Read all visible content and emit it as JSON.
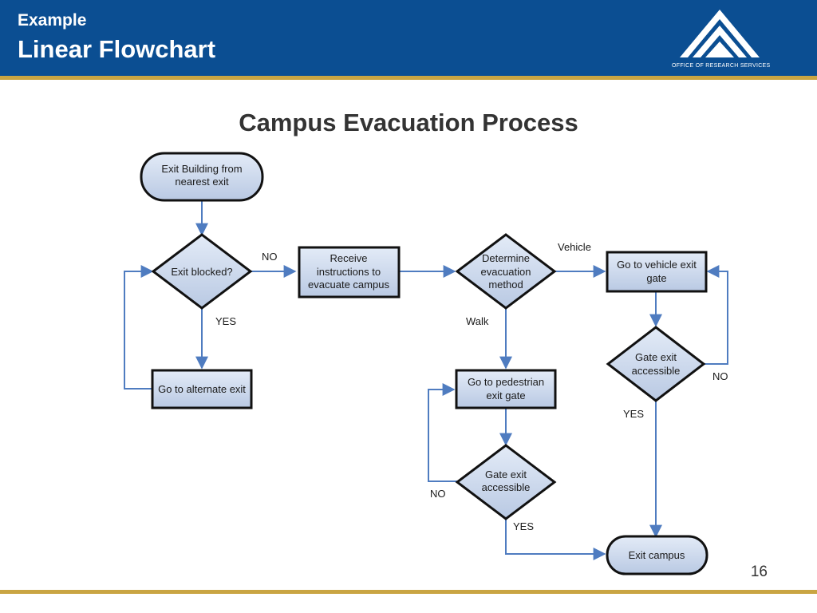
{
  "header": {
    "kicker": "Example",
    "title": "Linear Flowchart",
    "logo_text": "OFFICE OF RESEARCH SERVICES"
  },
  "diagram": {
    "title": "Campus Evacuation Process",
    "nodes": {
      "exit_building": {
        "lines": [
          "Exit Building from",
          "nearest exit"
        ]
      },
      "exit_blocked": {
        "lines": [
          "Exit blocked?"
        ]
      },
      "receive_instructions": {
        "lines": [
          "Receive",
          "instructions to",
          "evacuate campus"
        ]
      },
      "determine_method": {
        "lines": [
          "Determine",
          "evacuation",
          "method"
        ]
      },
      "vehicle_gate": {
        "lines": [
          "Go to vehicle exit",
          "gate"
        ]
      },
      "alternate_exit": {
        "lines": [
          "Go to alternate exit"
        ]
      },
      "pedestrian_gate": {
        "lines": [
          "Go to pedestrian",
          "exit gate"
        ]
      },
      "gate_accessible_vehicle": {
        "lines": [
          "Gate exit",
          "accessible"
        ]
      },
      "gate_accessible_walk": {
        "lines": [
          "Gate exit",
          "accessible"
        ]
      },
      "exit_campus": {
        "lines": [
          "Exit campus"
        ]
      }
    },
    "edge_labels": {
      "no_blocked": "NO",
      "yes_blocked": "YES",
      "vehicle": "Vehicle",
      "walk": "Walk",
      "no_vehicle_gate": "NO",
      "yes_vehicle_gate": "YES",
      "no_walk_gate": "NO",
      "yes_walk_gate": "YES"
    }
  },
  "footer": {
    "page_number": "16"
  }
}
